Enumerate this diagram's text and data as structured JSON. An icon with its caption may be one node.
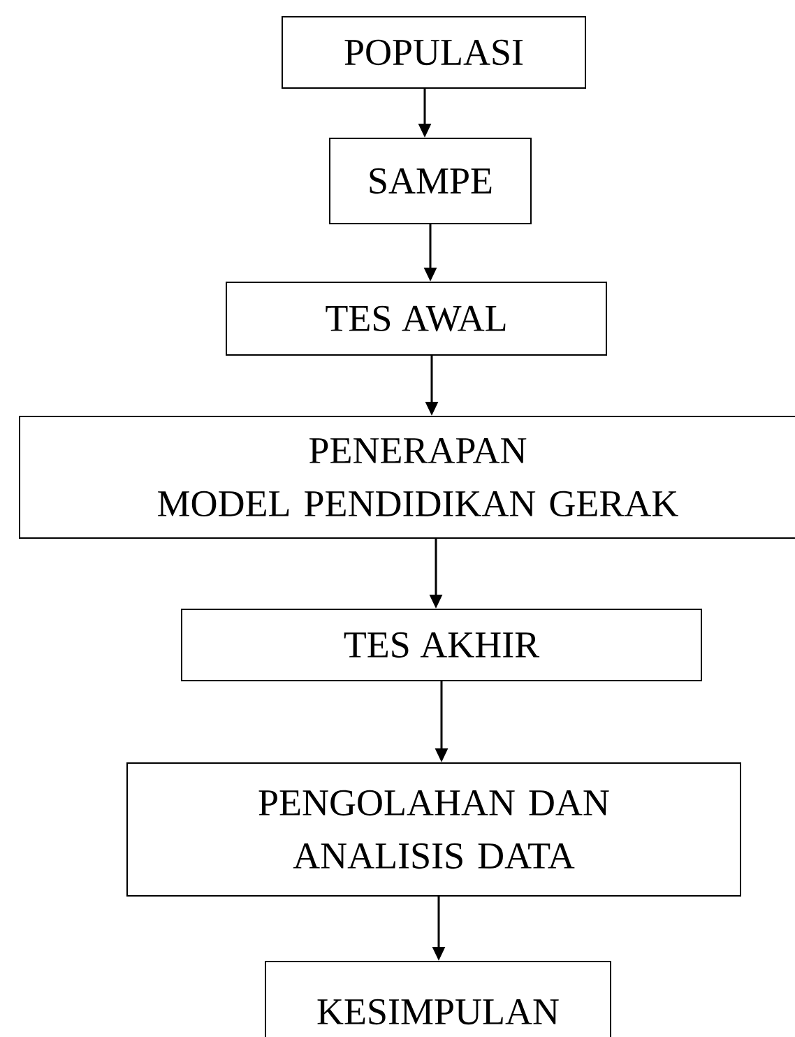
{
  "diagram": {
    "nodes": [
      {
        "text": [
          "POPULASI"
        ]
      },
      {
        "text": [
          "SAMPE"
        ]
      },
      {
        "text": [
          "TES AWAL"
        ]
      },
      {
        "text": [
          "PENERAPAN MODEL PENDIDIKAN GERAK"
        ]
      },
      {
        "text": [
          "TES AKHIR"
        ]
      },
      {
        "text": [
          "PENGOLAHAN DAN ANALISIS DATA"
        ]
      },
      {
        "text": [
          "KESIMPULAN"
        ]
      }
    ],
    "edges": [
      {
        "from": 0,
        "to": 1,
        "arrow": "to"
      },
      {
        "from": 1,
        "to": 2,
        "arrow": "to"
      },
      {
        "from": 2,
        "to": 3,
        "arrow": "to"
      },
      {
        "from": 3,
        "to": 4,
        "arrow": "to"
      },
      {
        "from": 4,
        "to": 5,
        "arrow": "to"
      },
      {
        "from": 5,
        "to": 6,
        "arrow": "to"
      }
    ]
  }
}
